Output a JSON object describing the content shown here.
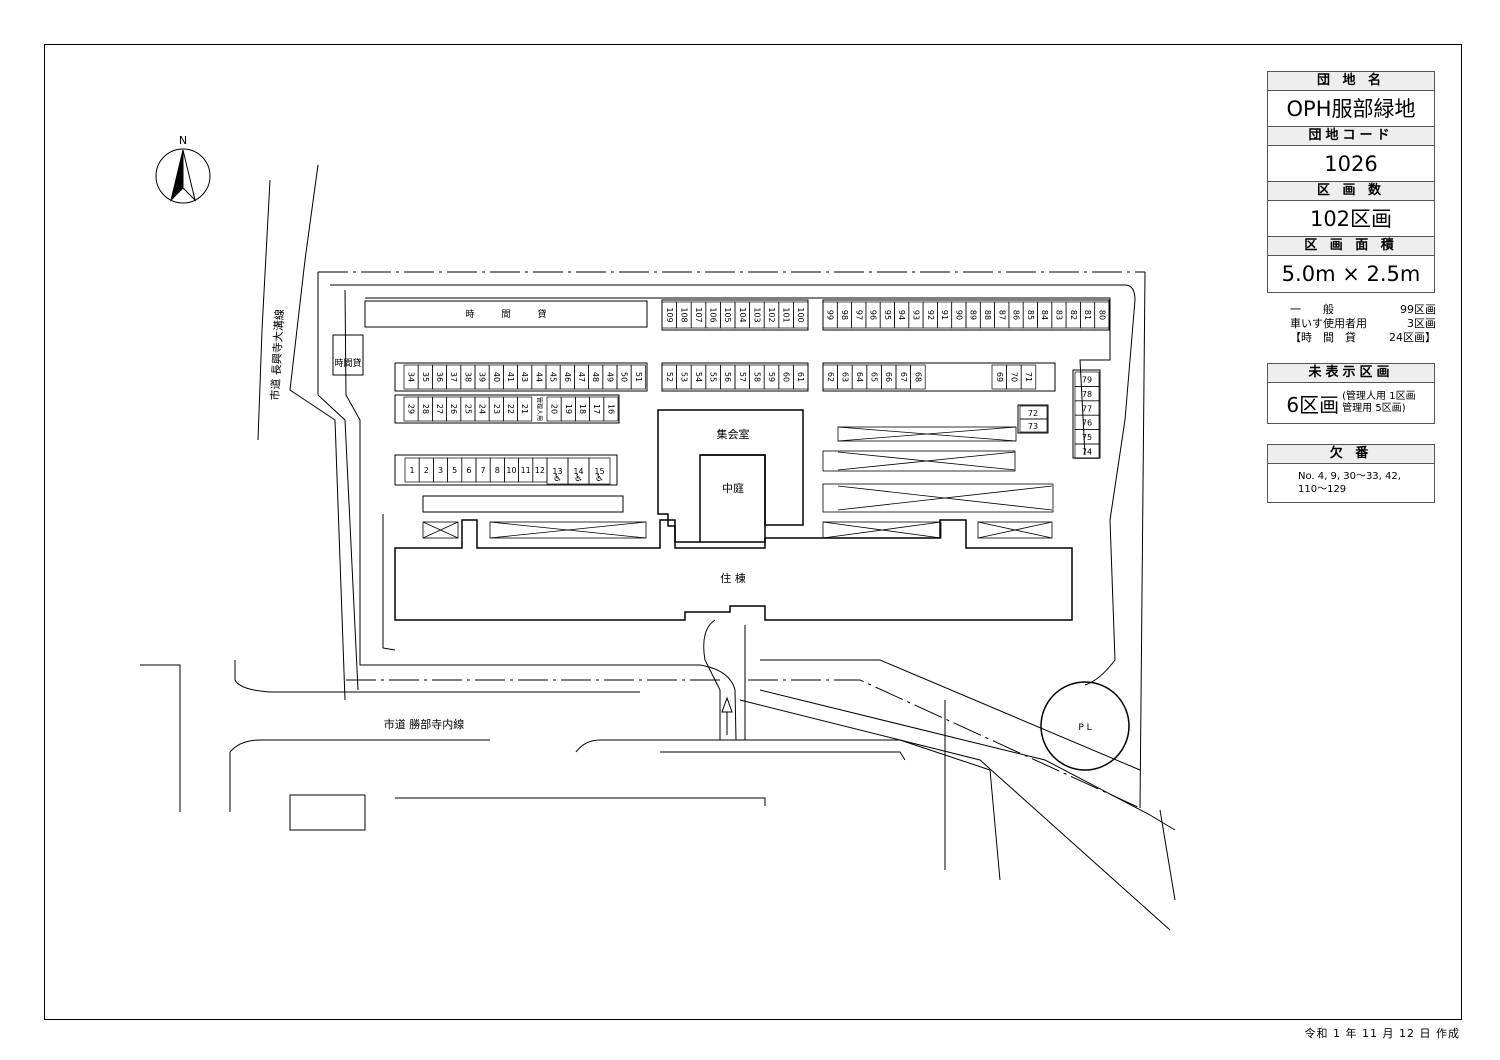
{
  "legend": {
    "estate_name_heading": "団 地 名",
    "estate_name": "OPH服部緑地",
    "estate_code_heading": "団地コード",
    "estate_code": "1026",
    "slot_count_heading": "区 画 数",
    "slot_count": "102区画",
    "slot_area_heading": "区 画 面 積",
    "slot_area": "5.0m × 2.5m",
    "breakdown": [
      {
        "label": "一　　般",
        "value": "99区画"
      },
      {
        "label": "車いす使用者用",
        "value": "3区画"
      },
      {
        "label": "【時　間　貸",
        "value": "24区画】"
      }
    ],
    "unshown_heading": "未表示区画",
    "unshown_value": "6区画",
    "unshown_note_1": "管理人用 1区画",
    "unshown_note_2": "管理用 5区画",
    "missing_heading": "欠 番",
    "missing_value_1": "No. 4, 9, 30～33, 42,",
    "missing_value_2": "110～129"
  },
  "map": {
    "north": "N",
    "road_west": "市道 長興寺大溝線",
    "road_south": "市道 勝部寺内線",
    "hourly_parking": "時　　　間　　　貸",
    "hourly_small": "時間貸",
    "meeting_room": "集会室",
    "courtyard": "中庭",
    "residential": "住 棟",
    "playlot": "P L",
    "manager_slot": "管理人用",
    "rows": {
      "north_a": [
        "109",
        "108",
        "107",
        "106",
        "105",
        "104",
        "103",
        "102",
        "101",
        "100"
      ],
      "north_b": [
        "99",
        "98",
        "97",
        "96",
        "95",
        "94",
        "93",
        "92",
        "91",
        "90",
        "89",
        "88",
        "87",
        "86",
        "85",
        "84",
        "83",
        "82",
        "81",
        "80"
      ],
      "row2_a": [
        "34",
        "35",
        "36",
        "37",
        "38",
        "39",
        "40",
        "41",
        "43",
        "44",
        "45",
        "46",
        "47",
        "48",
        "49",
        "50",
        "51"
      ],
      "row2_b": [
        "52",
        "53",
        "54",
        "55",
        "56",
        "57",
        "58",
        "59",
        "60",
        "61"
      ],
      "row2_c": [
        "62",
        "63",
        "64",
        "65",
        "66",
        "67",
        "68"
      ],
      "row2_d": [
        "69",
        "70",
        "71"
      ],
      "row3_a": [
        "29",
        "28",
        "27",
        "26",
        "25",
        "24",
        "23",
        "22",
        "21"
      ],
      "row3_b": [
        "20",
        "19",
        "18",
        "17",
        "16"
      ],
      "row4": [
        "1",
        "2",
        "3",
        "5",
        "6",
        "7",
        "8",
        "10",
        "11",
        "12"
      ],
      "accessible": [
        "13",
        "14",
        "15"
      ],
      "east_col": [
        "79",
        "78",
        "77",
        "76",
        "75",
        "74"
      ],
      "east_pair": [
        "72",
        "73"
      ]
    }
  },
  "footer": {
    "created": "令和 1 年 11 月 12 日 作成"
  }
}
